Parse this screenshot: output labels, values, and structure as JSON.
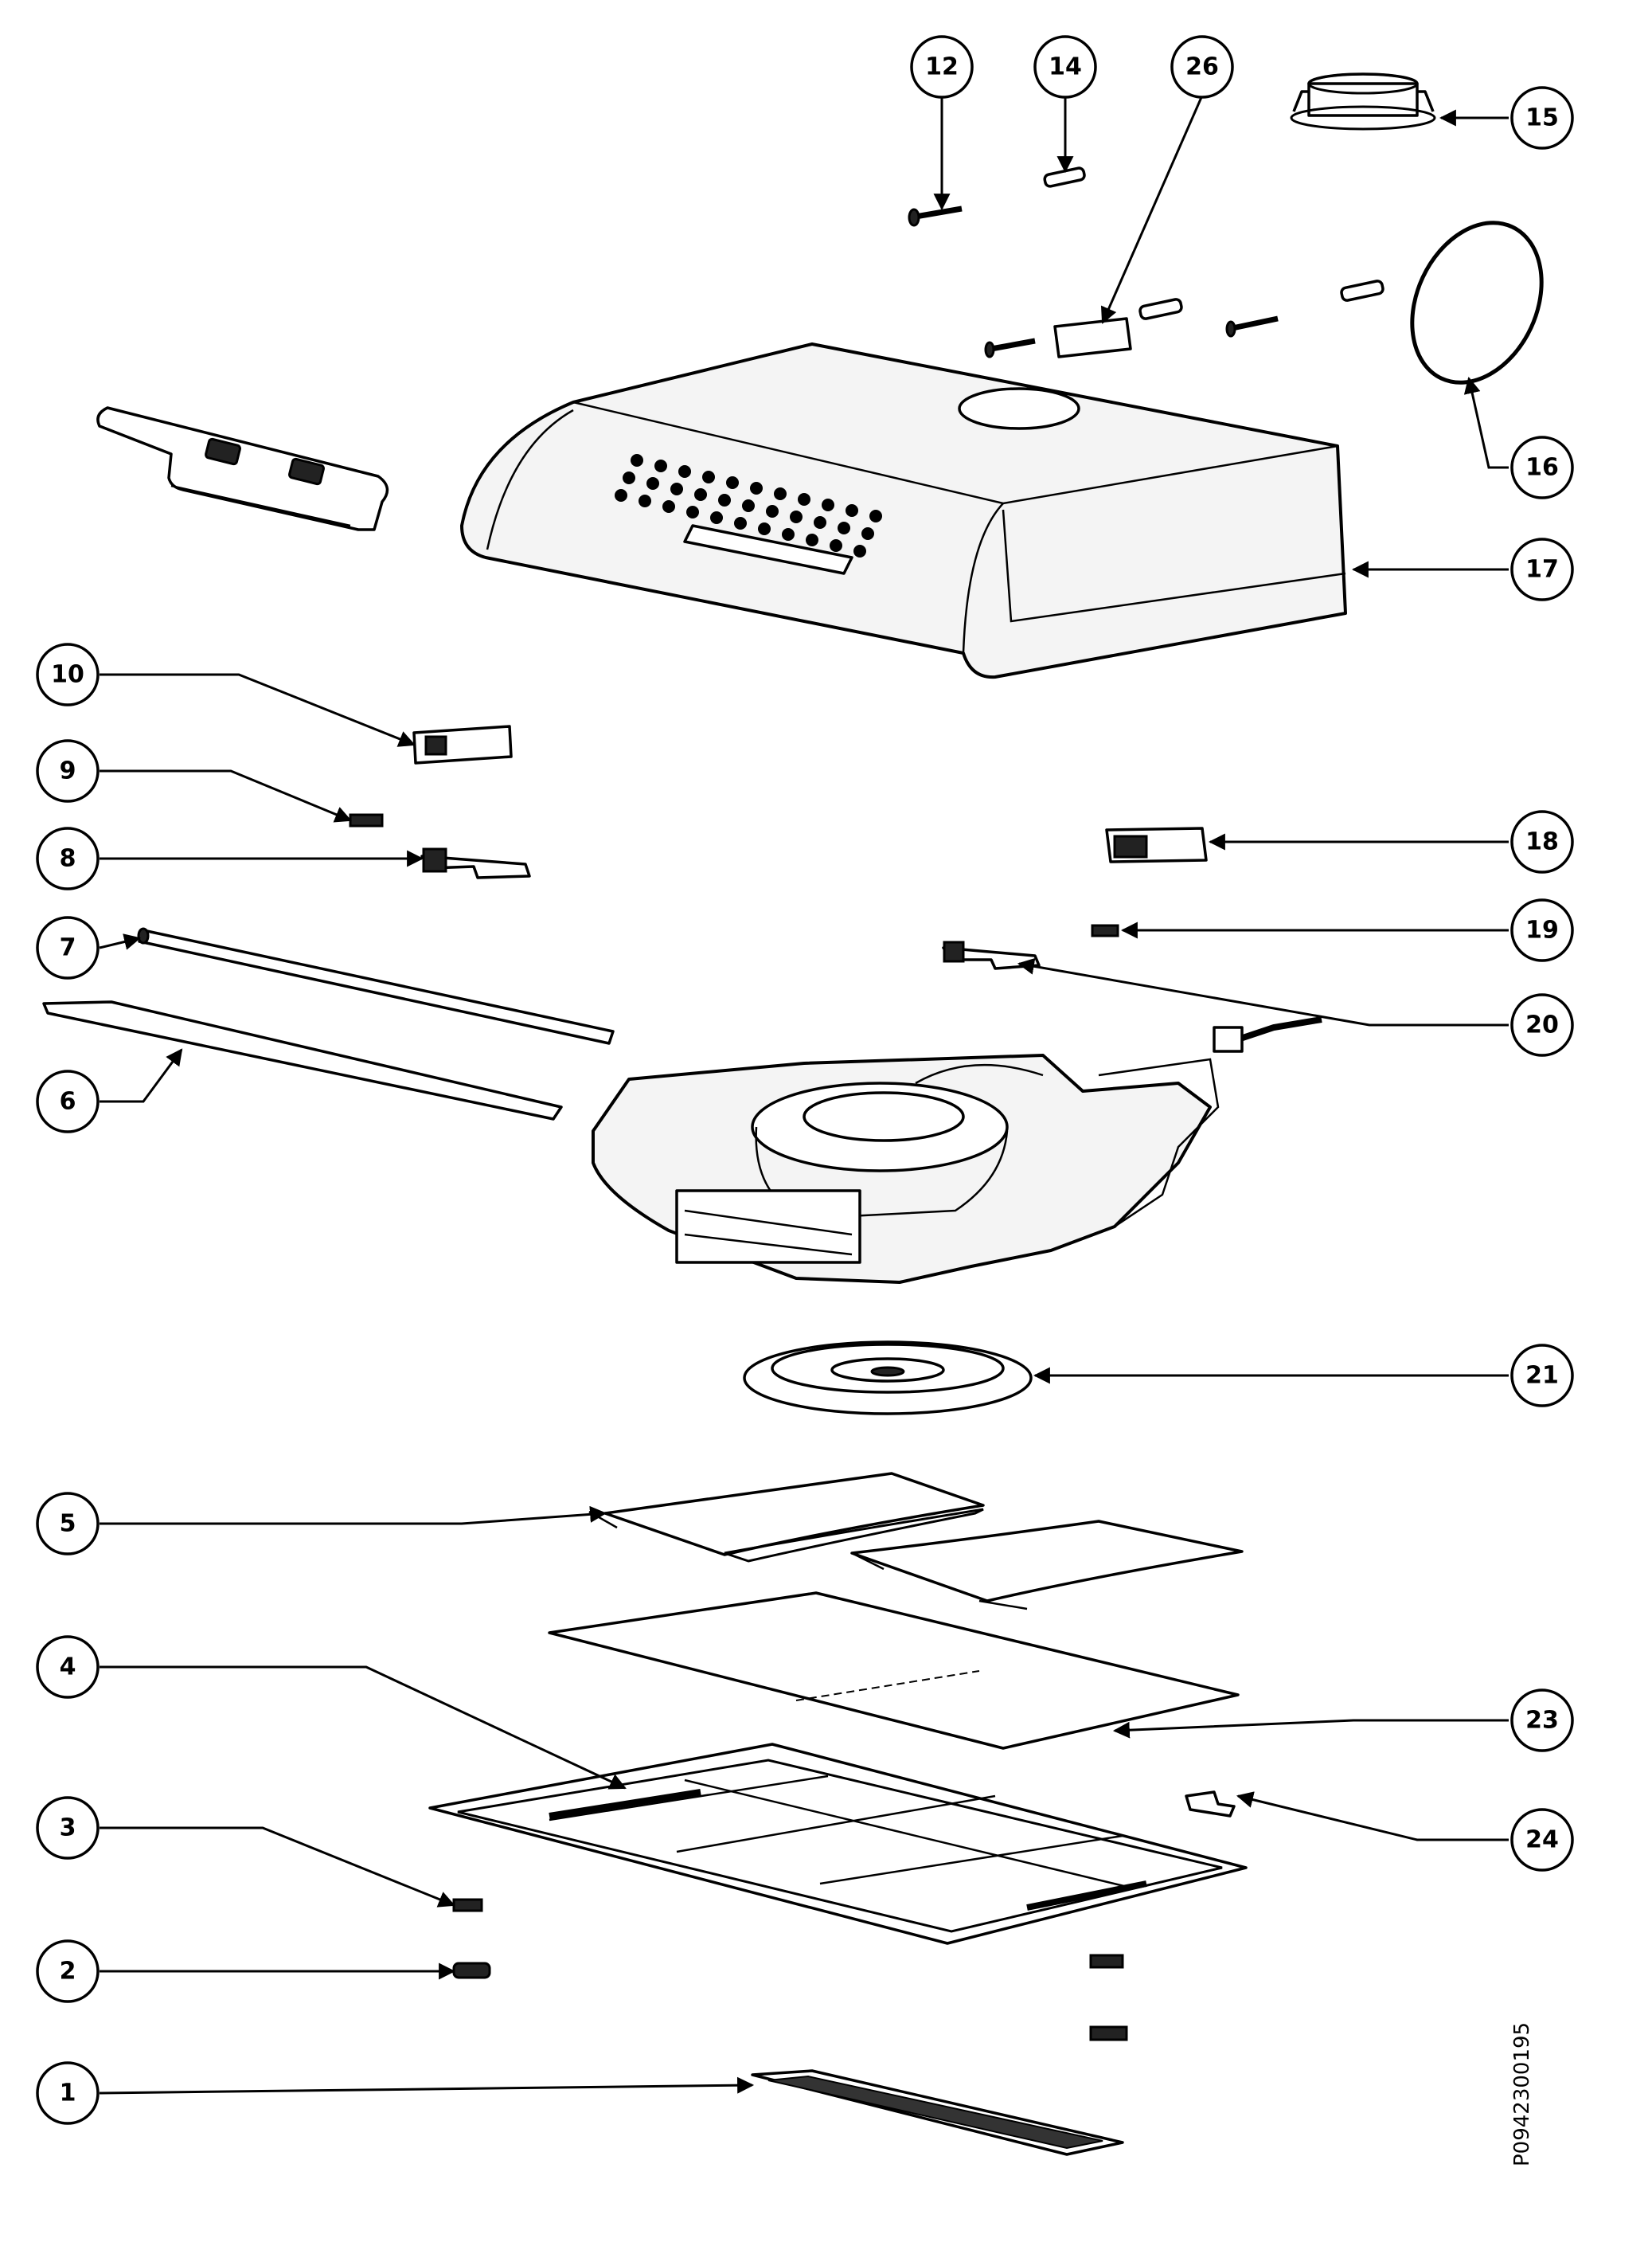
{
  "diagram": {
    "callouts": [
      "1",
      "2",
      "3",
      "4",
      "5",
      "6",
      "7",
      "8",
      "9",
      "10",
      "12",
      "14",
      "15",
      "16",
      "17",
      "18",
      "19",
      "20",
      "21",
      "23",
      "24",
      "26"
    ],
    "drawing_code": "P0942300195"
  }
}
